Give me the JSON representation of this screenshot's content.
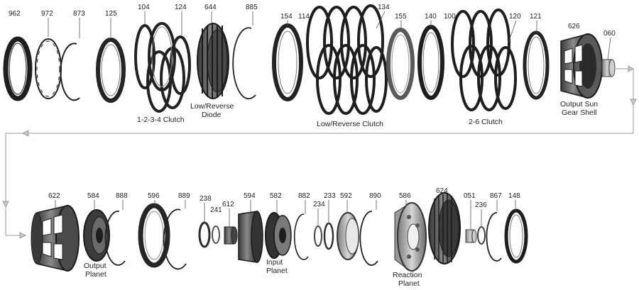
{
  "colors": {
    "part_dark": "#2c2c2c",
    "part_mid": "#6b6b6b",
    "part_light": "#b8b8b8",
    "flow_line": "#9a9a9a",
    "text": "#222222"
  },
  "row1": {
    "parts": [
      "962",
      "972",
      "873",
      "125",
      "104",
      "124",
      "644",
      "885",
      "154",
      "114",
      "134",
      "155",
      "140",
      "100",
      "120",
      "121",
      "626",
      "060"
    ],
    "captions": {
      "clutch_1234": "1-2-3-4 Clutch",
      "low_reverse_diode_line1": "Low/Reverse",
      "low_reverse_diode_line2": "Diode",
      "low_reverse_clutch": "Low/Reverse Clutch",
      "clutch_26": "2-6 Clutch",
      "output_sun_line1": "Output Sun",
      "output_sun_line2": "Gear Shell"
    }
  },
  "row2": {
    "parts": [
      "622",
      "584",
      "888",
      "596",
      "889",
      "238",
      "241",
      "612",
      "594",
      "582",
      "882",
      "234",
      "233",
      "592",
      "890",
      "586",
      "624",
      "051",
      "236",
      "867",
      "148"
    ],
    "captions": {
      "output_planet_line1": "Output",
      "output_planet_line2": "Planet",
      "input_planet_line1": "Input",
      "input_planet_line2": "Planet",
      "reaction_planet_line1": "Reaction",
      "reaction_planet_line2": "Planet"
    }
  }
}
